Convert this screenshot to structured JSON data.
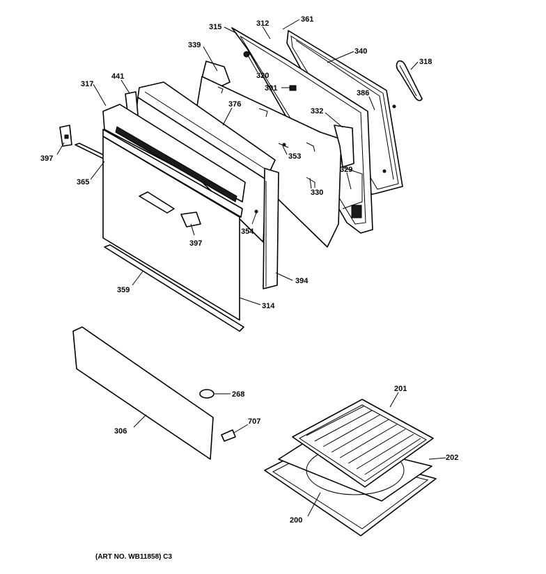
{
  "labels": {
    "p315": "315",
    "p312": "312",
    "p361": "361",
    "p340": "340",
    "p318": "318",
    "p339": "339",
    "p320": "320",
    "p391": "391",
    "p386": "386",
    "p441": "441",
    "p317": "317",
    "p376": "376",
    "p332": "332",
    "p397a": "397",
    "p353": "353",
    "p365": "365",
    "p329": "329",
    "p330": "330",
    "p354": "354",
    "p397b": "397",
    "p394": "394",
    "p359": "359",
    "p314": "314",
    "p201": "201",
    "p268": "268",
    "p707": "707",
    "p306": "306",
    "p202": "202",
    "p200": "200"
  },
  "art_number": "(ART NO. WB11858) C3"
}
